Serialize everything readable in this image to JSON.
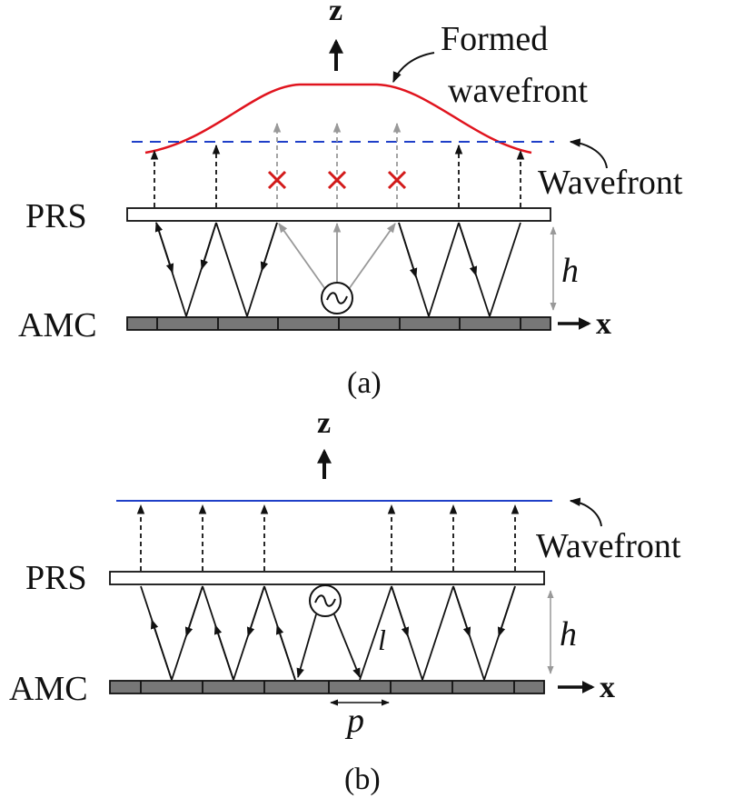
{
  "diagram_a": {
    "z_axis": "z",
    "x_axis": "x",
    "formed_wavefront_line1": "Formed",
    "formed_wavefront_line2": "wavefront",
    "wavefront": "Wavefront",
    "prs": "PRS",
    "amc": "AMC",
    "height": "h",
    "caption": "(a)",
    "colors": {
      "formed_wavefront": "#e0141e",
      "wavefront": "#1f3fc8",
      "blocked_mark": "#d21a1a"
    }
  },
  "diagram_b": {
    "z_axis": "z",
    "x_axis": "x",
    "wavefront": "Wavefront",
    "prs": "PRS",
    "amc": "AMC",
    "height": "h",
    "path_length": "l",
    "period": "p",
    "caption": "(b)",
    "colors": {
      "wavefront": "#1f3fc8"
    }
  }
}
